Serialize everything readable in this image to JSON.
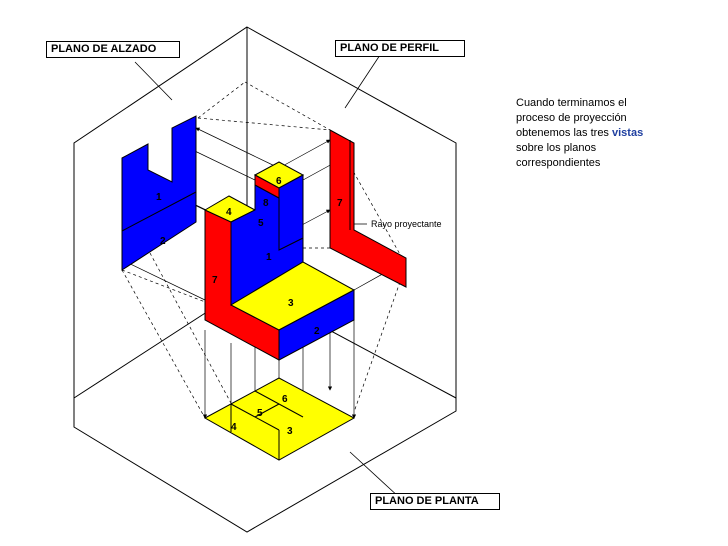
{
  "labels": {
    "alzado": "PLANO DE ALZADO",
    "perfil": "PLANO DE PERFIL",
    "planta": "PLANO DE PLANTA",
    "rayo": "Rayo proyectante"
  },
  "description": {
    "before": "Cuando terminamos el proceso de proyección obtenemos las tres",
    "highlight": "vistas",
    "after": "sobre los planos correspondientes"
  },
  "face_numbers": {
    "elev_1": "1",
    "elev_2": "2",
    "iso_1": "1",
    "iso_2": "2",
    "iso_3": "3",
    "iso_4": "4",
    "iso_5": "5",
    "iso_6": "6",
    "iso_7": "7",
    "iso_8": "8",
    "profile_7": "7",
    "plan_3": "3",
    "plan_4": "4",
    "plan_5": "5",
    "plan_6": "6"
  },
  "colors": {
    "blue": "#0000ff",
    "red": "#ff0000",
    "yellow": "#ffff00",
    "outline": "#000000",
    "highlight_text": "#1f3fa0"
  }
}
